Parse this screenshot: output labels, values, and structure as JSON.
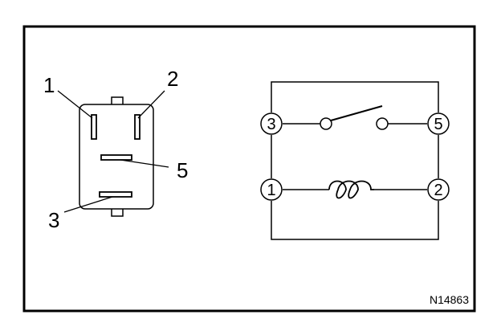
{
  "connector": {
    "pin_labels": {
      "pin1": "1",
      "pin2": "2",
      "pin3": "3",
      "pin5": "5"
    }
  },
  "schematic": {
    "nodes": {
      "n3": "3",
      "n5": "5",
      "n1": "1",
      "n2": "2"
    }
  },
  "figure_code": "N14863",
  "colors": {
    "ink": "#000000",
    "background": "#ffffff"
  }
}
